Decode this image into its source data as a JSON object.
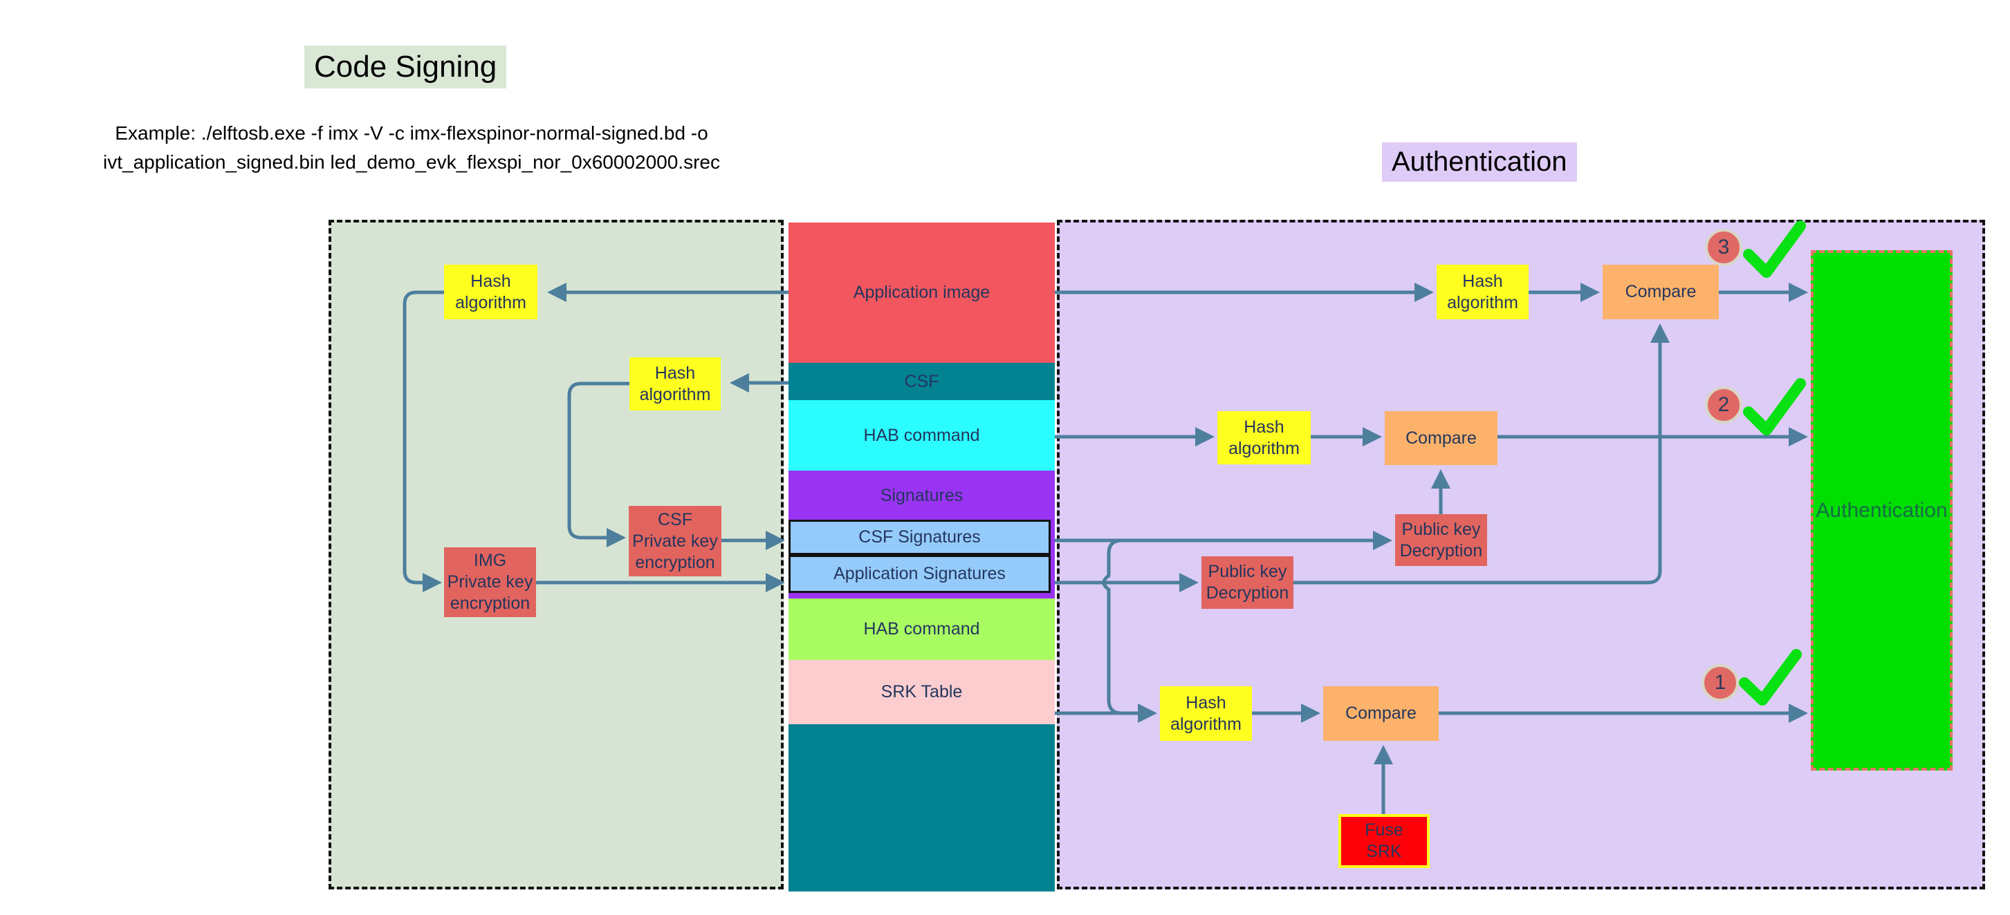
{
  "titles": {
    "code_signing": "Code Signing",
    "authentication": "Authentication"
  },
  "example": {
    "line1": "Example: ./elftosb.exe -f imx -V -c imx-flexspinor-normal-signed.bd -o",
    "line2": "ivt_application_signed.bin led_demo_evk_flexspi_nor_0x60002000.srec"
  },
  "memory_map": {
    "blocks": [
      {
        "label": "Application image",
        "color": "#f2565f"
      },
      {
        "label": "CSF",
        "color": "#038292"
      },
      {
        "label": "HAB command",
        "color": "#2bfcff"
      },
      {
        "label": "Signatures",
        "color": "#9934f3"
      },
      {
        "label": "CSF Signatures",
        "color": "#95cbfa"
      },
      {
        "label": "Application Signatures",
        "color": "#95cbfa"
      },
      {
        "label": "HAB command",
        "color": "#a9fb62"
      },
      {
        "label": "SRK Table",
        "color": "#fbcdcf"
      },
      {
        "label": "",
        "color": "#038292"
      }
    ]
  },
  "labels": {
    "hash_algorithm": "Hash\nalgorithm",
    "compare": "Compare",
    "public_key_decryption": "Public key\nDecryption",
    "csf_private_key_encryption": "CSF\nPrivate key\nencryption",
    "img_private_key_encryption": "IMG\nPrivate key\nencryption",
    "fuse_srk": "Fuse\nSRK",
    "authentication_result": "Authentication"
  },
  "badges": [
    {
      "number": "1",
      "icon": "checkmark-icon"
    },
    {
      "number": "2",
      "icon": "checkmark-icon"
    },
    {
      "number": "3",
      "icon": "checkmark-icon"
    }
  ],
  "colors": {
    "left_region_bg": "#d7e4d3",
    "right_region_bg": "#ddccf6",
    "arrow": "#4d7f9d",
    "yellow_box": "#ffff1f",
    "orange_box": "#fcb26a",
    "red_box": "#e2645f",
    "fuse_srk_bg": "#fe0008",
    "fuse_srk_border": "#ffff1f",
    "auth_result_bg": "#00df00",
    "auth_result_border": "#e57368",
    "badge_bg": "#e06966",
    "checkmark": "#08e112"
  }
}
